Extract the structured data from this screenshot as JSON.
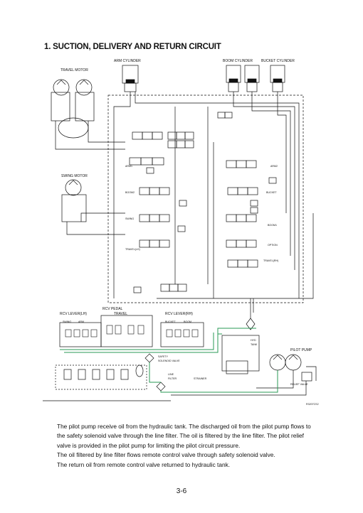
{
  "title": "1. SUCTION, DELIVERY AND RETURN CIRCUIT",
  "diagram": {
    "labels": {
      "arm_cylinder": "ARM CYLINDER",
      "boom_cylinder": "BOOM CYLINDER",
      "bucket_cylinder": "BUCKET CYLINDER",
      "travel_motor": "TRAVEL MOTOR",
      "swing_motor": "SWING MOTOR",
      "arm1": "ARM1",
      "arm2": "ARM2",
      "boom2": "BOOM2",
      "bucket": "BUCKET",
      "swing": "SWING",
      "boom1": "BOOM1",
      "option": "OPTION",
      "travel_lh": "TRAVEL(LH)",
      "travel_rh": "TRAVEL(RH)",
      "rcv_pedal": "RCV PEDAL",
      "rcv_lever_lh": "RCV LEVER(LH)",
      "travel": "TRAVEL",
      "rcv_lever_rh": "RCV LEVER(RH)",
      "swing_lever": "SWING",
      "arm_lever": "ARM",
      "bucket_lever": "BUCKET",
      "boom_lever": "BOOM",
      "hyd_tank_1": "HYD",
      "hyd_tank_2": "TANK",
      "pilot_pump": "PILOT PUMP",
      "safety_1": "SAFETY",
      "safety_2": "SOLENOID VALVE",
      "line_1": "LINE",
      "line_2": "FILTER",
      "strainer": "STRAINER",
      "relief_valve": "RELIEF VALVE",
      "figure_code": "R3207CS2"
    }
  },
  "paragraphs": [
    "The pilot pump receive oil from the hydraulic tank.  The discharged oil from the pilot pump flows to",
    "the safety solenoid valve through the line filter.  The oil is filtered by the line filter.  The pilot relief",
    "valve is provided in the pilot pump for limiting the pilot circuit pressure.",
    "The oil filtered by line filter flows remote control valve through safety solenoid valve.",
    "The return oil from remote control valve returned to hydraulic tank."
  ],
  "page_number": "3-6",
  "colors": {
    "pilot_line": "#2a9a55",
    "text": "#111111"
  }
}
